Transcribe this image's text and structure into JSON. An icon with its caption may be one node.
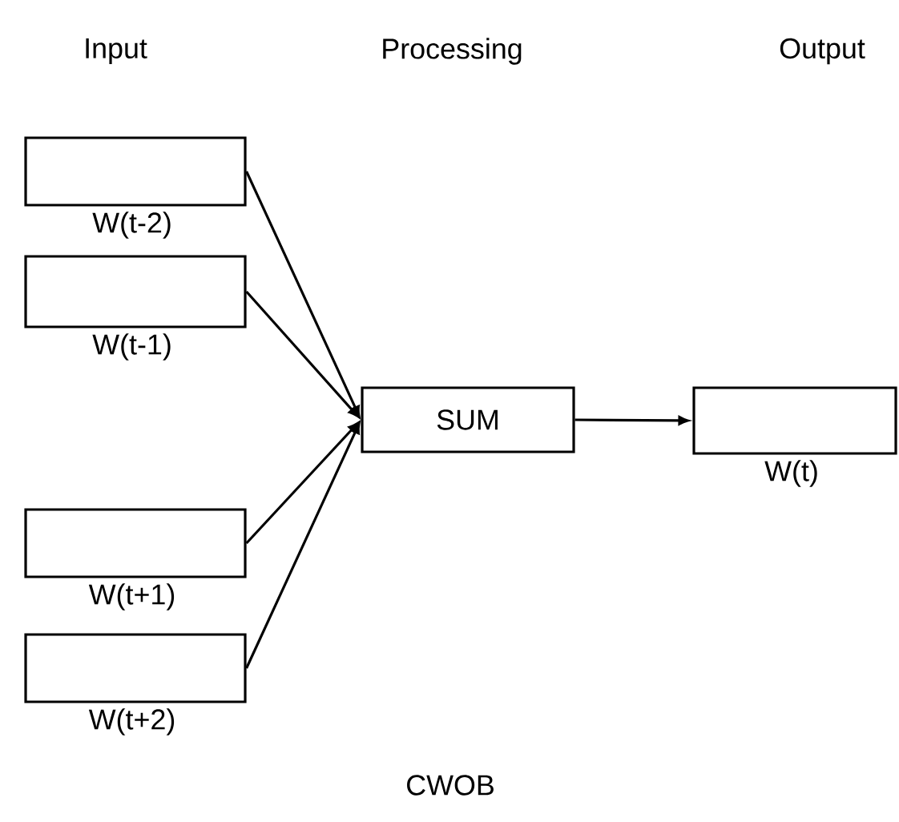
{
  "diagram": {
    "caption": "CWOB",
    "nodes": [
      {
        "text": [],
        "shape": "box",
        "beside": [
          "W(t-2)"
        ]
      },
      {
        "text": [],
        "shape": "box",
        "beside": [
          "W(t-1)"
        ]
      },
      {
        "text": [],
        "shape": "box",
        "beside": [
          "W(t+1)"
        ]
      },
      {
        "text": [],
        "shape": "box",
        "beside": [
          "W(t+2)"
        ]
      },
      {
        "text": [
          "SUM"
        ]
      },
      {
        "text": [],
        "shape": "box",
        "beside": [
          "W(t)"
        ]
      }
    ],
    "edges": [
      {
        "from": 0,
        "to": 4,
        "arrow": "to"
      },
      {
        "from": 1,
        "to": 4,
        "arrow": "to"
      },
      {
        "from": 2,
        "to": 4,
        "arrow": "to"
      },
      {
        "from": 3,
        "to": 4,
        "arrow": "to"
      },
      {
        "from": 4,
        "to": 5,
        "arrow": "to"
      }
    ],
    "labels": [
      "Input",
      "Processing",
      "Output"
    ]
  }
}
